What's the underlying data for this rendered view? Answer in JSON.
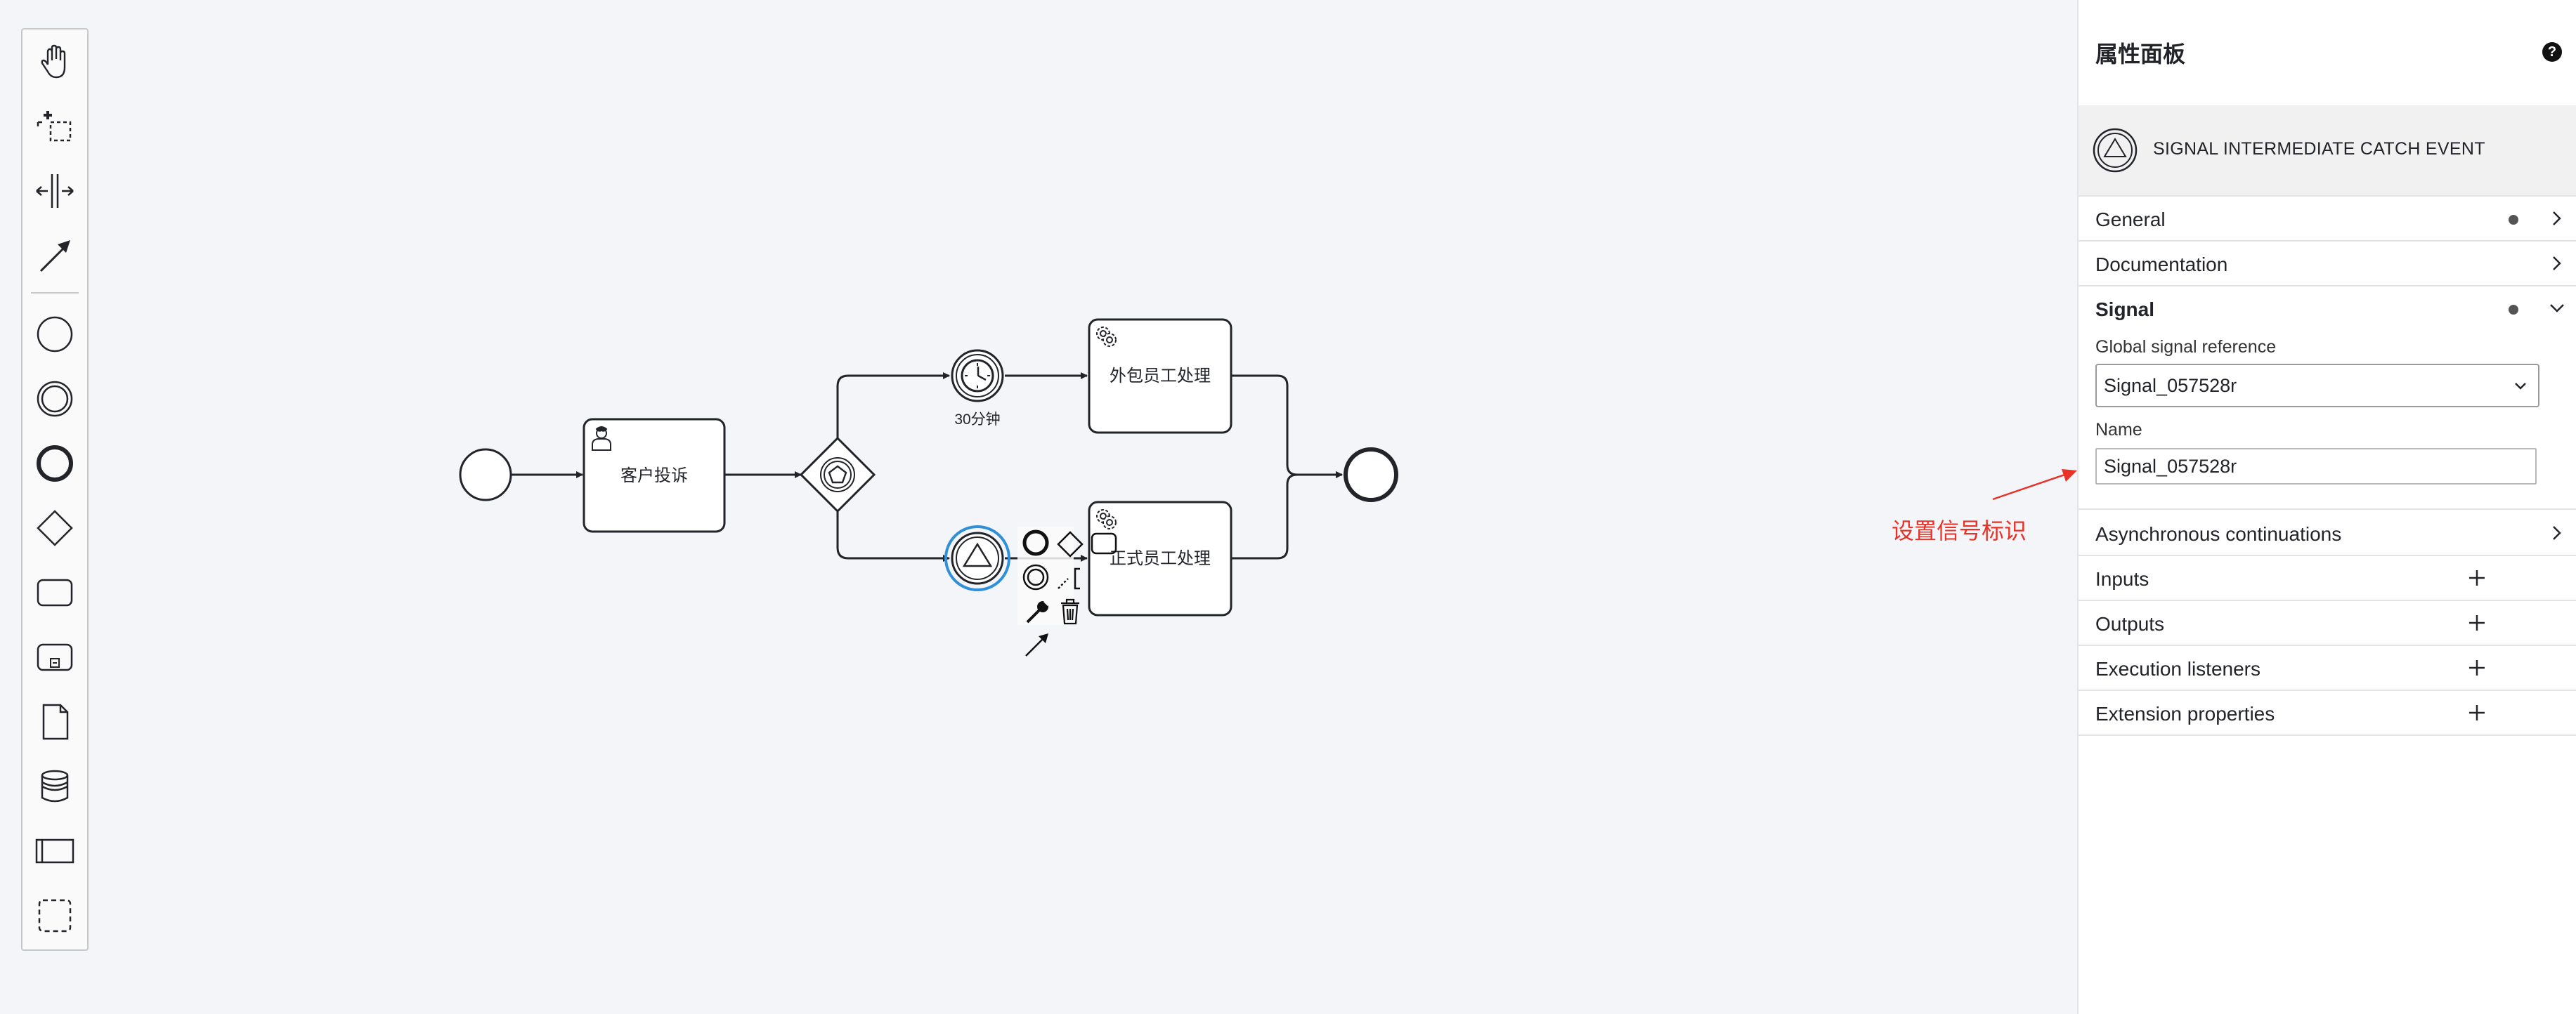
{
  "palette": {
    "tools": [
      {
        "name": "hand-tool",
        "icon": "hand-icon"
      },
      {
        "name": "lasso-tool",
        "icon": "lasso-icon"
      },
      {
        "name": "space-tool",
        "icon": "space-icon"
      },
      {
        "name": "connect-tool",
        "icon": "arrow-icon"
      },
      {
        "name": "start-event-tool",
        "icon": "circle-thin-icon"
      },
      {
        "name": "intermediate-event-tool",
        "icon": "circle-double-icon"
      },
      {
        "name": "end-event-tool",
        "icon": "circle-bold-icon"
      },
      {
        "name": "gateway-tool",
        "icon": "diamond-icon"
      },
      {
        "name": "task-tool",
        "icon": "rounded-rect-icon"
      },
      {
        "name": "subprocess-tool",
        "icon": "subprocess-icon"
      },
      {
        "name": "data-object-tool",
        "icon": "document-icon"
      },
      {
        "name": "data-store-tool",
        "icon": "database-icon"
      },
      {
        "name": "pool-tool",
        "icon": "pool-icon"
      },
      {
        "name": "group-tool",
        "icon": "dashed-rect-icon"
      }
    ]
  },
  "diagram": {
    "tasks": {
      "complaint": "客户投诉",
      "outsourced": "外包员工处理",
      "regular": "正式员工处理"
    },
    "timer_label": "30分钟"
  },
  "annotation": {
    "text": "设置信号标识",
    "color": "#e83227"
  },
  "panel": {
    "title": "属性面板",
    "help": "?",
    "element_type": "SIGNAL INTERMEDIATE CATCH EVENT",
    "groups": {
      "general": "General",
      "documentation": "Documentation",
      "signal": "Signal",
      "async": "Asynchronous continuations",
      "inputs": "Inputs",
      "outputs": "Outputs",
      "execution_listeners": "Execution listeners",
      "extension_properties": "Extension properties"
    },
    "signal": {
      "global_ref_label": "Global signal reference",
      "global_ref_value": "Signal_057528r",
      "name_label": "Name",
      "name_value": "Signal_057528r"
    }
  },
  "colors": {
    "canvas": "#f4f5f9",
    "selection": "#2f8fd8",
    "stroke": "#22242a"
  }
}
